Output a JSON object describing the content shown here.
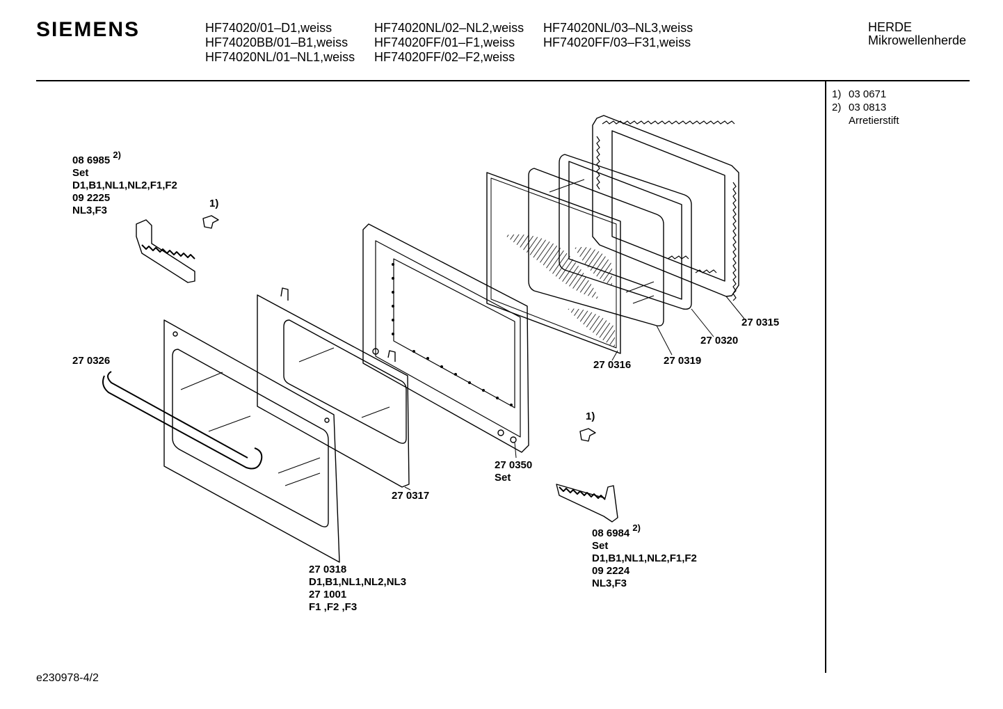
{
  "header": {
    "brand": "SIEMENS",
    "models": {
      "col1": [
        "HF74020/01–D1,weiss",
        "HF74020BB/01–B1,weiss",
        "HF74020NL/01–NL1,weiss"
      ],
      "col2": [
        "HF74020NL/02–NL2,weiss",
        "HF74020FF/01–F1,weiss",
        "HF74020FF/02–F2,weiss"
      ],
      "col3": [
        "HF74020NL/03–NL3,weiss",
        "HF74020FF/03–F31,weiss"
      ]
    },
    "category": [
      "HERDE",
      "Mikrowellenherde"
    ]
  },
  "notes": [
    {
      "key": "1)",
      "text": "03 0671"
    },
    {
      "key": "2)",
      "text": "03 0813"
    },
    {
      "key": "",
      "text": "Arretierstift"
    }
  ],
  "parts": {
    "hinge_left": [
      "08 6985",
      "Set",
      "D1,B1,NL1,NL2,F1,F2",
      "09 2225",
      "NL3,F3"
    ],
    "hinge_left_note": "2)",
    "clip_left_note": "1)",
    "handle": "27 0326",
    "outer_panel": [
      "27 0318",
      "D1,B1,NL1,NL2,NL3",
      "27 1001",
      "F1 ,F2 ,F3"
    ],
    "inner_glass": "27 0317",
    "frame": [
      "27 0350",
      "Set"
    ],
    "mesh_screen": "27 0316",
    "glass_pane": "27 0319",
    "seal": "27 0320",
    "choke": "27 0315",
    "clip_right_note": "1)",
    "hinge_right": [
      "08 6984",
      "Set",
      "D1,B1,NL1,NL2,F1,F2",
      "09 2224",
      "NL3,F3"
    ],
    "hinge_right_note": "2)"
  },
  "footer": "e230978-4/2"
}
